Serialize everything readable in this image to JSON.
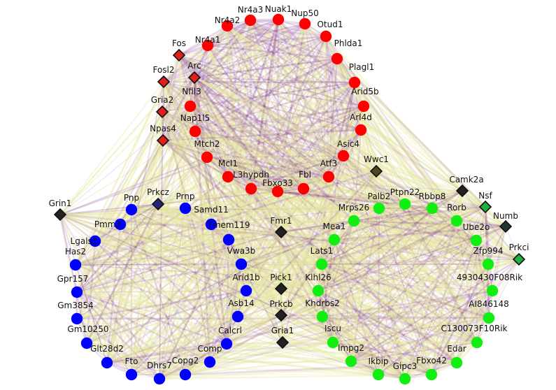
{
  "colors": {
    "red": "#ff0000",
    "blue": "#0000ff",
    "green": "#11ee11",
    "edge_purple": "#7a2a8a",
    "edge_yellow": "#e6e6a0"
  },
  "diamond_fills": {
    "red": "#e0201a",
    "dark": "#222222",
    "olive": "#4a4a1e",
    "navy": "#23237a",
    "green": "#20b040",
    "teal": "#1e3a2e"
  },
  "nodes": [
    {
      "id": "Nr4a3",
      "label": "Nr4a3",
      "group": "red",
      "shape": "circle"
    },
    {
      "id": "Nuak1",
      "label": "Nuak1",
      "group": "red",
      "shape": "circle"
    },
    {
      "id": "Nup50",
      "label": "Nup50",
      "group": "red",
      "shape": "circle"
    },
    {
      "id": "Nr4a2",
      "label": "Nr4a2",
      "group": "red",
      "shape": "circle"
    },
    {
      "id": "Otud1",
      "label": "Otud1",
      "group": "red",
      "shape": "circle"
    },
    {
      "id": "Nr4a1",
      "label": "Nr4a1",
      "group": "red",
      "shape": "circle"
    },
    {
      "id": "Phlda1",
      "label": "Phlda1",
      "group": "red",
      "shape": "circle"
    },
    {
      "id": "Plagl1",
      "label": "Plagl1",
      "group": "red",
      "shape": "circle"
    },
    {
      "id": "Nfil3",
      "label": "Nfil3",
      "group": "red",
      "shape": "circle"
    },
    {
      "id": "Arid5b",
      "label": "Arid5b",
      "group": "red",
      "shape": "circle"
    },
    {
      "id": "Nap1l5",
      "label": "Nap1l5",
      "group": "red",
      "shape": "circle"
    },
    {
      "id": "Arl4d",
      "label": "Arl4d",
      "group": "red",
      "shape": "circle"
    },
    {
      "id": "Mtch2",
      "label": "Mtch2",
      "group": "red",
      "shape": "circle"
    },
    {
      "id": "Asic4",
      "label": "Asic4",
      "group": "red",
      "shape": "circle"
    },
    {
      "id": "Mcl1",
      "label": "Mcl1",
      "group": "red",
      "shape": "circle"
    },
    {
      "id": "Atf3",
      "label": "Atf3",
      "group": "red",
      "shape": "circle"
    },
    {
      "id": "L3hypdh",
      "label": "L3hypdh",
      "group": "red",
      "shape": "circle"
    },
    {
      "id": "Fbxo33",
      "label": "Fbxo33",
      "group": "red",
      "shape": "circle"
    },
    {
      "id": "Fbl",
      "label": "Fbl",
      "group": "red",
      "shape": "circle"
    },
    {
      "id": "Fos",
      "label": "Fos",
      "group": "red",
      "shape": "diamond",
      "fill": "red"
    },
    {
      "id": "Arc",
      "label": "Arc",
      "group": "red",
      "shape": "diamond",
      "fill": "red"
    },
    {
      "id": "Fosl2",
      "label": "Fosl2",
      "group": "red",
      "shape": "diamond",
      "fill": "red"
    },
    {
      "id": "Gria2",
      "label": "Gria2",
      "group": "red",
      "shape": "diamond",
      "fill": "red"
    },
    {
      "id": "Npas4",
      "label": "Npas4",
      "group": "red",
      "shape": "diamond",
      "fill": "red"
    },
    {
      "id": "Pnp",
      "label": "Pnp",
      "group": "blue",
      "shape": "circle"
    },
    {
      "id": "Prnp",
      "label": "Prnp",
      "group": "blue",
      "shape": "circle"
    },
    {
      "id": "Pmm2",
      "label": "Pmm2",
      "group": "blue",
      "shape": "circle"
    },
    {
      "id": "Samd11",
      "label": "Samd11",
      "group": "blue",
      "shape": "circle"
    },
    {
      "id": "Lgals1",
      "label": "Lgals1",
      "group": "blue",
      "shape": "circle"
    },
    {
      "id": "Tmem119",
      "label": "Tmem119",
      "group": "blue",
      "shape": "circle"
    },
    {
      "id": "Has2",
      "label": "Has2",
      "group": "blue",
      "shape": "circle"
    },
    {
      "id": "Vwa3b",
      "label": "Vwa3b",
      "group": "blue",
      "shape": "circle"
    },
    {
      "id": "Gpr157",
      "label": "Gpr157",
      "group": "blue",
      "shape": "circle"
    },
    {
      "id": "Arid1b",
      "label": "Arid1b",
      "group": "blue",
      "shape": "circle"
    },
    {
      "id": "Gm3854",
      "label": "Gm3854",
      "group": "blue",
      "shape": "circle"
    },
    {
      "id": "Asb14",
      "label": "Asb14",
      "group": "blue",
      "shape": "circle"
    },
    {
      "id": "Gm10250",
      "label": "Gm10250",
      "group": "blue",
      "shape": "circle"
    },
    {
      "id": "Calcrl",
      "label": "Calcrl",
      "group": "blue",
      "shape": "circle"
    },
    {
      "id": "Glt28d2",
      "label": "Glt28d2",
      "group": "blue",
      "shape": "circle"
    },
    {
      "id": "Comp",
      "label": "Comp",
      "group": "blue",
      "shape": "circle"
    },
    {
      "id": "Fto",
      "label": "Fto",
      "group": "blue",
      "shape": "circle"
    },
    {
      "id": "Copg2",
      "label": "Copg2",
      "group": "blue",
      "shape": "circle"
    },
    {
      "id": "Dhrs7",
      "label": "Dhrs7",
      "group": "blue",
      "shape": "circle"
    },
    {
      "id": "Prkcz",
      "label": "Prkcz",
      "group": "blue",
      "shape": "diamond",
      "fill": "navy"
    },
    {
      "id": "Grin1",
      "label": "Grin1",
      "group": "blue",
      "shape": "diamond",
      "fill": "dark"
    },
    {
      "id": "Palb2",
      "label": "Palb2",
      "group": "green",
      "shape": "circle"
    },
    {
      "id": "Ptpn22",
      "label": "Ptpn22",
      "group": "green",
      "shape": "circle"
    },
    {
      "id": "Rbbp8",
      "label": "Rbbp8",
      "group": "green",
      "shape": "circle"
    },
    {
      "id": "Mrps26",
      "label": "Mrps26",
      "group": "green",
      "shape": "circle"
    },
    {
      "id": "Rorb",
      "label": "Rorb",
      "group": "green",
      "shape": "circle"
    },
    {
      "id": "Mea1",
      "label": "Mea1",
      "group": "green",
      "shape": "circle"
    },
    {
      "id": "Ube2o",
      "label": "Ube2o",
      "group": "green",
      "shape": "circle"
    },
    {
      "id": "Lats1",
      "label": "Lats1",
      "group": "green",
      "shape": "circle"
    },
    {
      "id": "Zfp994",
      "label": "Zfp994",
      "group": "green",
      "shape": "circle"
    },
    {
      "id": "Klhl26",
      "label": "Klhl26",
      "group": "green",
      "shape": "circle"
    },
    {
      "id": "4930430F08Rik",
      "label": "4930430F08Rik",
      "group": "green",
      "shape": "circle"
    },
    {
      "id": "Khdrbs2",
      "label": "Khdrbs2",
      "group": "green",
      "shape": "circle"
    },
    {
      "id": "AI846148",
      "label": "AI846148",
      "group": "green",
      "shape": "circle"
    },
    {
      "id": "Iscu",
      "label": "Iscu",
      "group": "green",
      "shape": "circle"
    },
    {
      "id": "C130073F10Rik",
      "label": "C130073F10Rik",
      "group": "green",
      "shape": "circle"
    },
    {
      "id": "Impg2",
      "label": "Impg2",
      "group": "green",
      "shape": "circle"
    },
    {
      "id": "Edar",
      "label": "Edar",
      "group": "green",
      "shape": "circle"
    },
    {
      "id": "Ikbip",
      "label": "Ikbip",
      "group": "green",
      "shape": "circle"
    },
    {
      "id": "Fbxo42",
      "label": "Fbxo42",
      "group": "green",
      "shape": "circle"
    },
    {
      "id": "Gipc3",
      "label": "Gipc3",
      "group": "green",
      "shape": "circle"
    },
    {
      "id": "Camk2a",
      "label": "Camk2a",
      "group": "green",
      "shape": "diamond",
      "fill": "dark"
    },
    {
      "id": "Nsf",
      "label": "Nsf",
      "group": "green",
      "shape": "diamond",
      "fill": "green"
    },
    {
      "id": "Numb",
      "label": "Numb",
      "group": "green",
      "shape": "diamond",
      "fill": "teal"
    },
    {
      "id": "Prkci",
      "label": "Prkci",
      "group": "green",
      "shape": "diamond",
      "fill": "green"
    },
    {
      "id": "Wwc1",
      "label": "Wwc1",
      "group": "center",
      "shape": "diamond",
      "fill": "olive"
    },
    {
      "id": "Fmr1",
      "label": "Fmr1",
      "group": "center",
      "shape": "diamond",
      "fill": "dark"
    },
    {
      "id": "Pick1",
      "label": "Pick1",
      "group": "center",
      "shape": "diamond",
      "fill": "dark"
    },
    {
      "id": "Prkcb",
      "label": "Prkcb",
      "group": "center",
      "shape": "diamond",
      "fill": "dark"
    },
    {
      "id": "Gria1",
      "label": "Gria1",
      "group": "center",
      "shape": "diamond",
      "fill": "dark"
    }
  ]
}
